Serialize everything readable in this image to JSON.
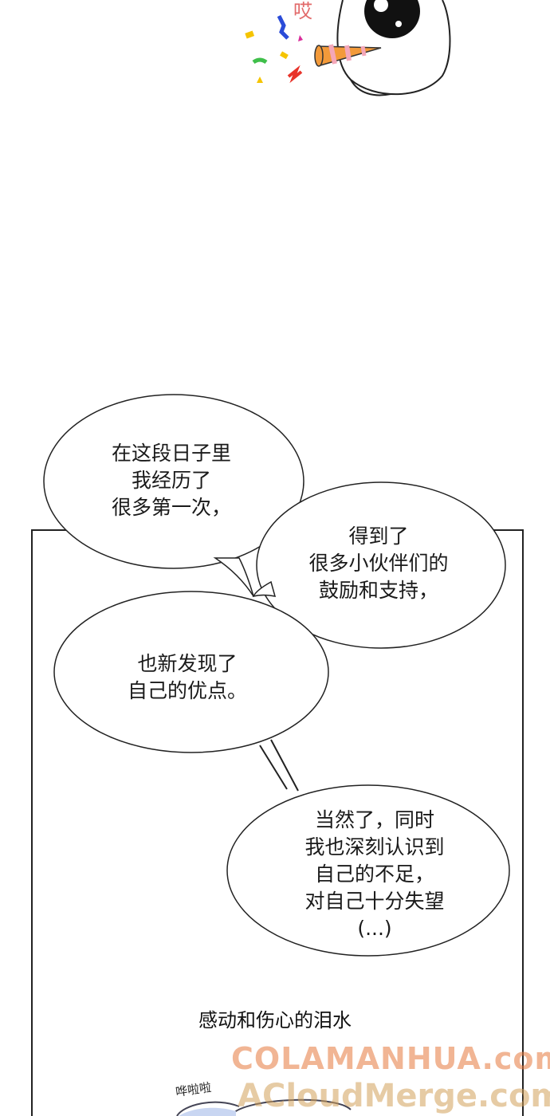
{
  "sfx": {
    "top": "哎",
    "bottom": "哗啦啦"
  },
  "bubbles": {
    "b1": {
      "lines": [
        "在这段日子里",
        "我经历了",
        "很多第一次，"
      ]
    },
    "b2": {
      "lines": [
        "得到了",
        "很多小伙伴们的",
        "鼓励和支持，"
      ]
    },
    "b3": {
      "lines": [
        "也新发现了",
        "自己的优点。"
      ]
    },
    "b4": {
      "lines": [
        "当然了，同时",
        "我也深刻认识到",
        "自己的不足，",
        "对自己十分失望",
        "(...)"
      ]
    }
  },
  "caption": "感动和伤心的泪水",
  "watermark": {
    "line1": "COLAMANHUA.com",
    "line2": "ACloudMerge.com"
  },
  "colors": {
    "ink": "#1a1a1a",
    "horn_orange": "#f39a3a",
    "horn_pink": "#f4a7b9",
    "confetti": [
      "#f5c400",
      "#2a4bd8",
      "#d92c9a",
      "#3fbf4a",
      "#e8332a"
    ]
  }
}
